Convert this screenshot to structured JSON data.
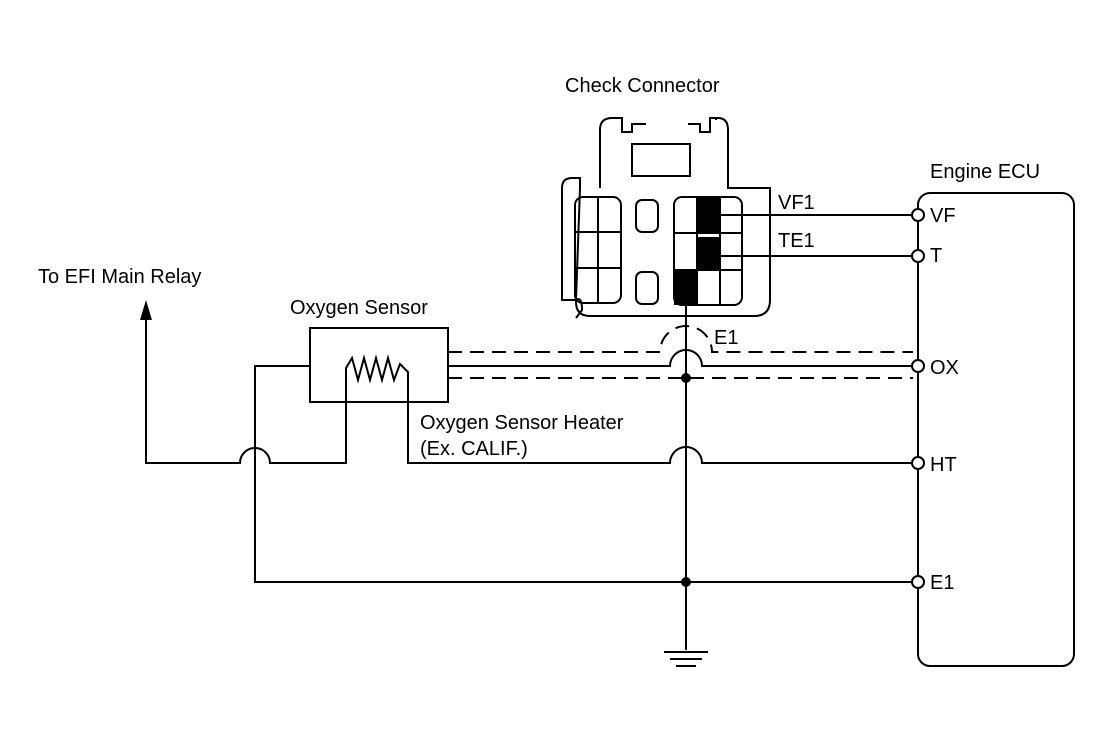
{
  "labels": {
    "check_connector": "Check Connector",
    "engine_ecu": "Engine ECU",
    "efi_main_relay": "To EFI Main Relay",
    "oxygen_sensor": "Oxygen Sensor",
    "oxygen_sensor_heater": "Oxygen Sensor Heater",
    "heater_note": "(Ex. CALIF.)",
    "connector_vf1": "VF1",
    "connector_te1": "TE1",
    "connector_e1": "E1"
  },
  "ecu_terminals": {
    "vf": "VF",
    "t": "T",
    "ox": "OX",
    "ht": "HT",
    "e1": "E1"
  }
}
